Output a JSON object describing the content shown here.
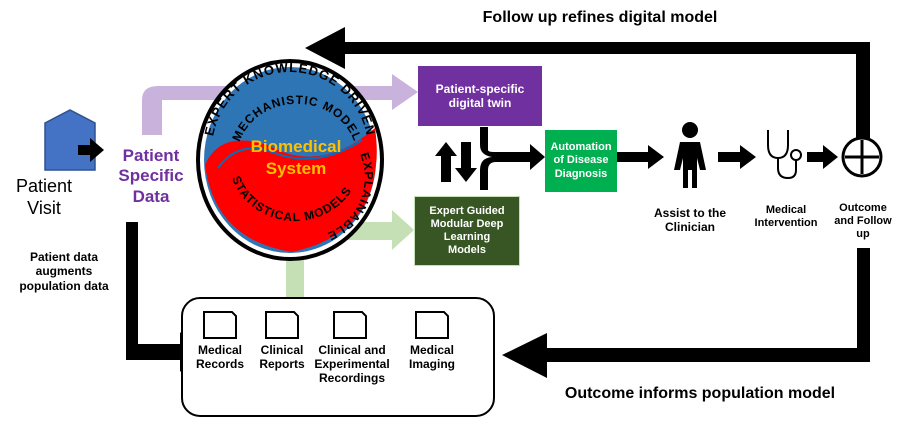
{
  "titles": {
    "top": "Follow up refines digital model",
    "bottom": "Outcome informs population model"
  },
  "patient_visit": {
    "label_line1": "Patient",
    "label_line2": "Visit"
  },
  "patient_specific_data": {
    "line1": "Patient",
    "line2": "Specific",
    "line3": "Data",
    "color": "#7030a0"
  },
  "patient_data_augments": {
    "line1": "Patient data",
    "line2": "augments",
    "line3": "population data"
  },
  "biomedical": {
    "center_line1": "Biomedical",
    "center_line2": "System",
    "arc_top": "EXPERT KNOWLEDGE DRIVEN",
    "arc_inner": "MECHANISTIC MODEL",
    "arc_right": "EXPLAINABLE",
    "arc_bottom": "STATISTICAL MODELS",
    "blue": "#2e75b6",
    "red": "#ff0000"
  },
  "digital_twin": {
    "line1": "Patient-specific",
    "line2": "digital twin",
    "color": "#7030a0"
  },
  "deep_learning": {
    "line1": "Expert Guided",
    "line2": "Modular Deep",
    "line3": "Learning",
    "line4": "Models",
    "color": "#375623"
  },
  "automation": {
    "line1": "Automation",
    "line2": "of Disease",
    "line3": "Diagnosis",
    "color": "#00b050"
  },
  "clinician": {
    "line1": "Assist to the",
    "line2": "Clinician"
  },
  "intervention": {
    "line1": "Medical",
    "line2": "Intervention"
  },
  "outcome": {
    "line1": "Outcome",
    "line2": "and Follow",
    "line3": "up"
  },
  "records": [
    {
      "line1": "Medical",
      "line2": "Records",
      "line3": ""
    },
    {
      "line1": "Clinical",
      "line2": "Reports",
      "line3": ""
    },
    {
      "line1": "Clinical and",
      "line2": "Experimental",
      "line3": "Recordings"
    },
    {
      "line1": "Medical",
      "line2": "Imaging",
      "line3": ""
    }
  ]
}
